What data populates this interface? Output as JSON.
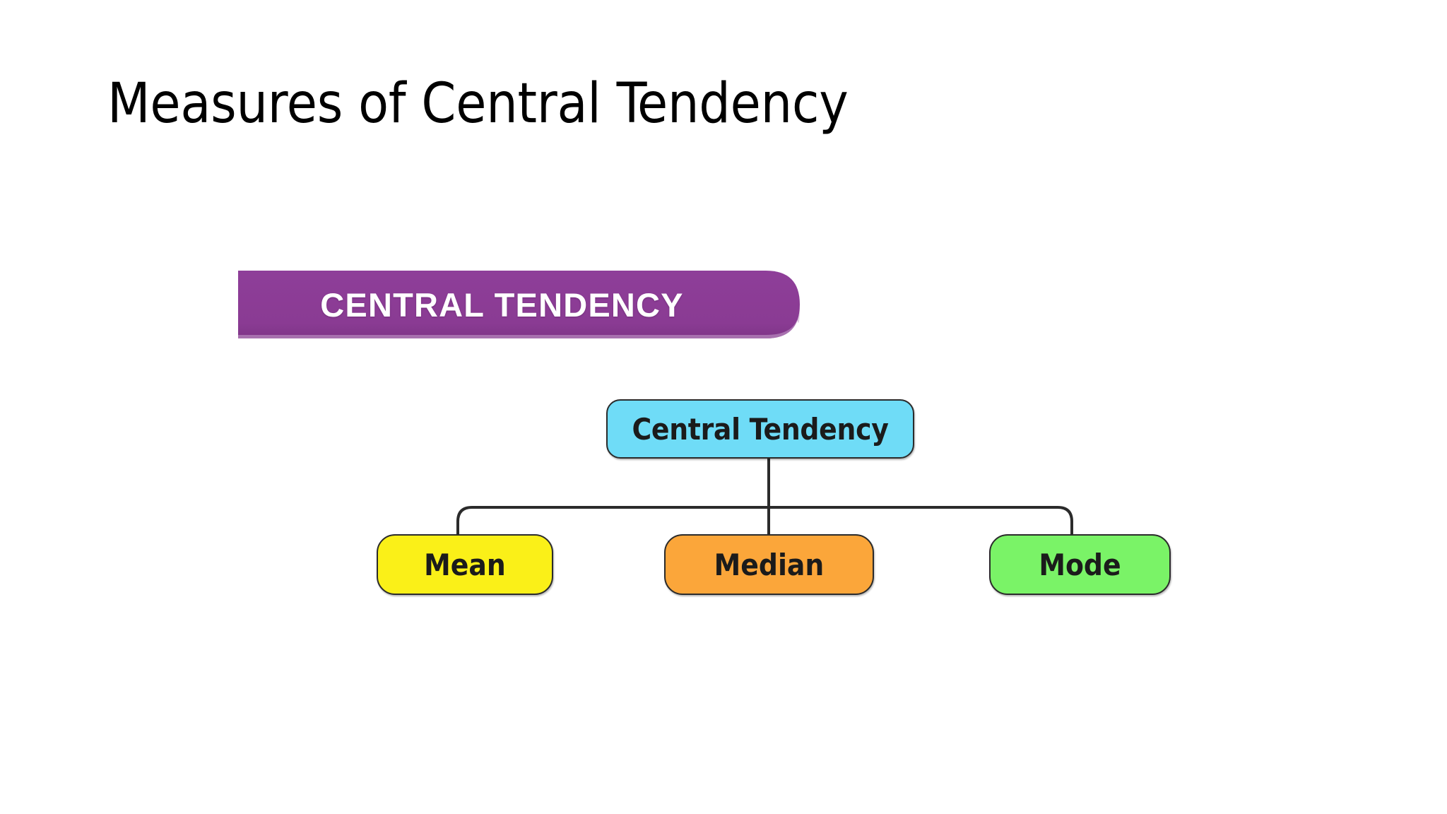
{
  "slide": {
    "title": "Measures of Central Tendency",
    "background_color": "#FFFFFF"
  },
  "banner": {
    "label": "CENTRAL TENDENCY",
    "fill_color": "#8B3C95",
    "text_color": "#FFFFFF",
    "shape": "ribbon-rounded-right"
  },
  "diagram": {
    "type": "hierarchy-tree",
    "connector_color": "#2B2B2B",
    "root": {
      "label": "Central Tendency",
      "fill_color": "#6FDCF7",
      "border_color": "#2B2B2B",
      "text_color": "#1B1B1B"
    },
    "children": [
      {
        "label": "Mean",
        "fill_color": "#FAF018",
        "border_color": "#2B2B2B",
        "text_color": "#1B1B1B"
      },
      {
        "label": "Median",
        "fill_color": "#FBA63A",
        "border_color": "#2B2B2B",
        "text_color": "#1B1B1B"
      },
      {
        "label": "Mode",
        "fill_color": "#7AF367",
        "border_color": "#2B2B2B",
        "text_color": "#1B1B1B"
      }
    ]
  }
}
